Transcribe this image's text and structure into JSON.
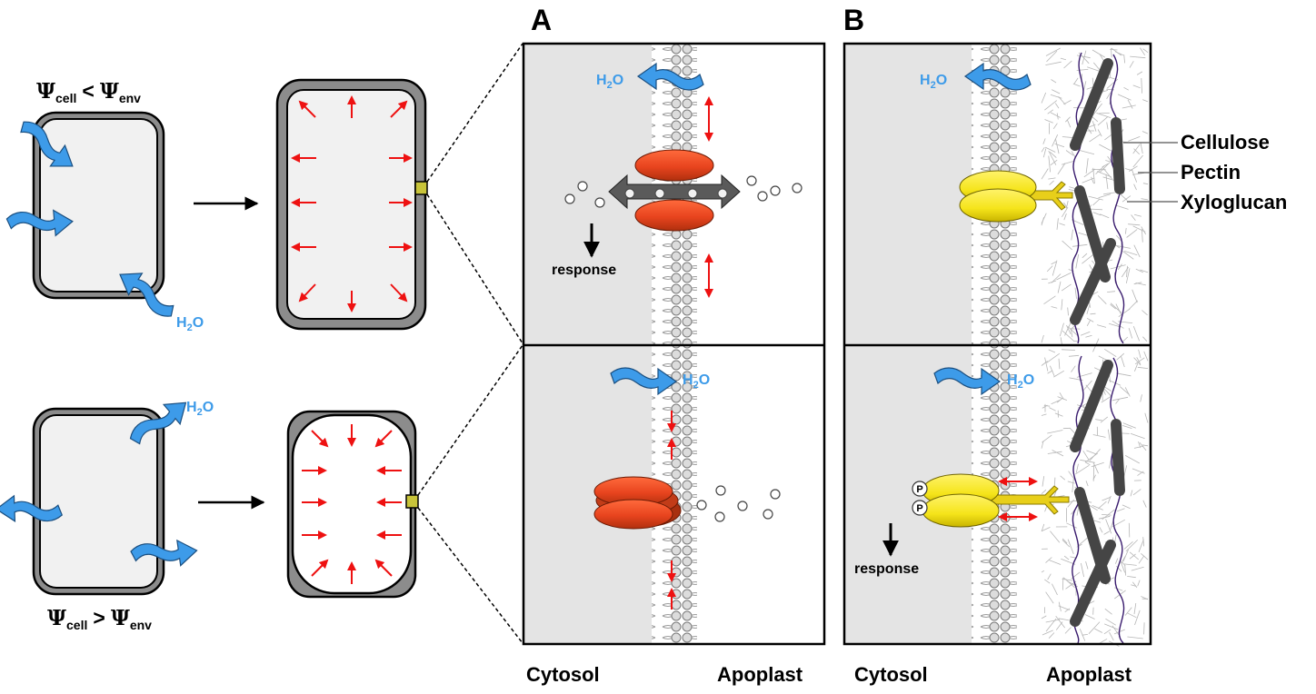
{
  "labels": {
    "panel_a": "A",
    "panel_b": "B",
    "water": "H2O",
    "water_base": "H",
    "water_sub": "2",
    "water_tail": "O",
    "response": "response",
    "cytosol": "Cytosol",
    "apoplast": "Apoplast",
    "cellulose": "Cellulose",
    "pectin": "Pectin",
    "xyloglucan": "Xyloglucan",
    "phospho": "P"
  },
  "conditions": {
    "top": {
      "psi": "Ψ",
      "cell_sub": "cell",
      "operator": "<",
      "env_sub": "env"
    },
    "bottom": {
      "psi": "Ψ",
      "cell_sub": "cell",
      "operator": ">",
      "env_sub": "env"
    }
  },
  "colors": {
    "water_blue": "#3d9be9",
    "force_red": "#ee1111",
    "channel_red": "#e8441e",
    "receptor_yellow": "#f5e41a",
    "wall_gray": "#8c8c8c",
    "cytosol_gray": "#e4e4e4",
    "fiber_dark": "#454545",
    "pectin_purple": "#3a1c6e"
  }
}
